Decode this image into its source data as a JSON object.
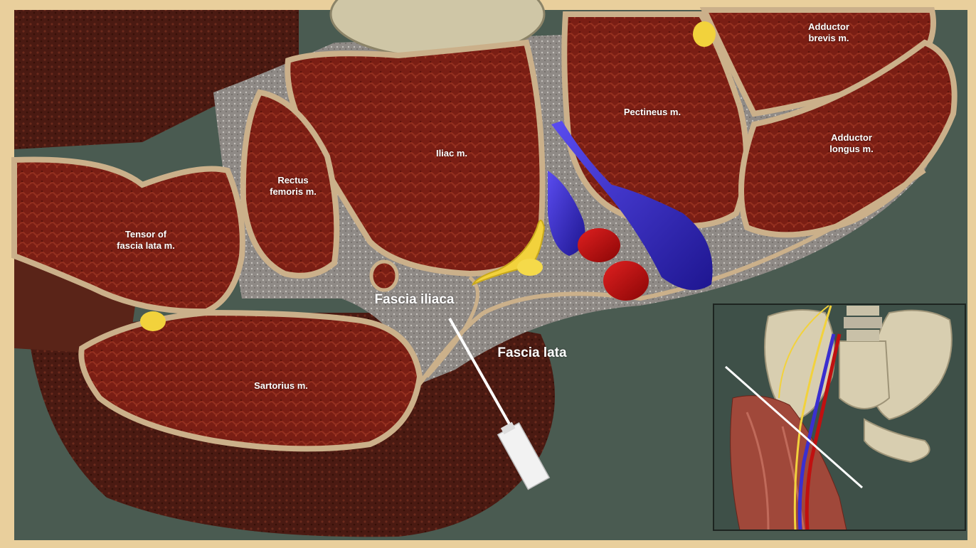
{
  "labels": {
    "adductor_brevis": "Adductor\nbrevis m.",
    "pectineus": "Pectineus m.",
    "adductor_longus": "Adductor\nlongus m.",
    "iliac": "Iliac m.",
    "rectus_femoris": "Rectus\nfemoris m.",
    "tensor_fascia_lata": "Tensor of\nfascia lata m.",
    "sartorius": "Sartorius m.",
    "fascia_iliaca": "Fascia iliaca",
    "fascia_lata": "Fascia lata"
  },
  "colors": {
    "frame": "#e9cf9c",
    "background": "#4a5b51",
    "muscle": "#7a1e14",
    "fascia": "#cbb08a",
    "vein": "#3a2fd0",
    "artery": "#c01010",
    "nerve": "#f2d23c",
    "bone": "#d8ceb0"
  }
}
